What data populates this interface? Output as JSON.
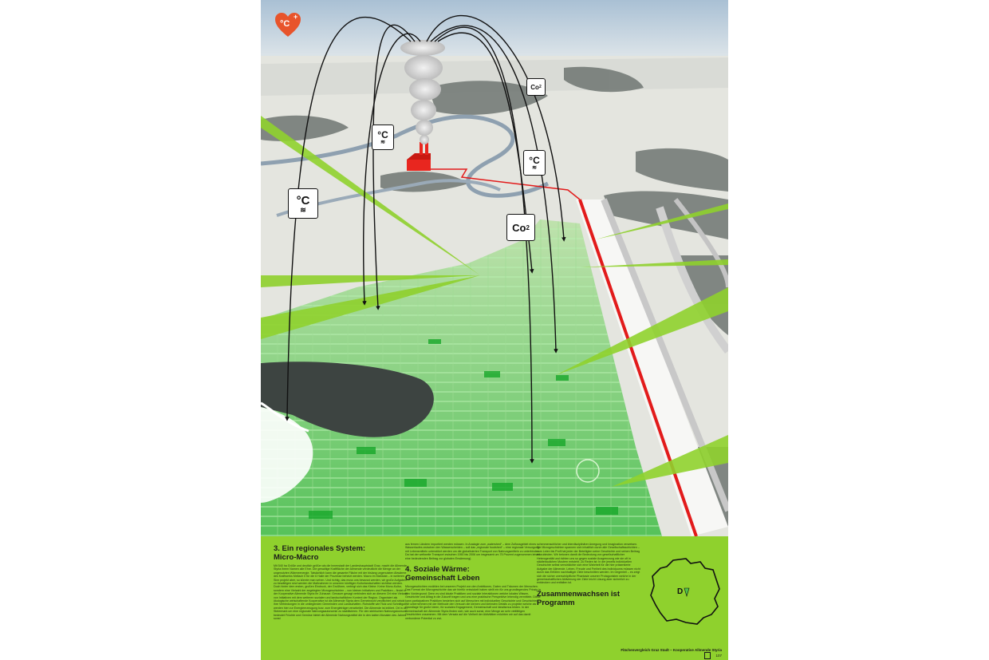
{
  "logo": {
    "text": "°C",
    "plus": "+",
    "color": "#e8542b"
  },
  "labels": {
    "temp_unit": "°C",
    "co": "Co",
    "sub2": "2"
  },
  "colors": {
    "panel": "#8fd12d",
    "field": "#4fc44a",
    "road_red": "#e21b1b",
    "building": "#e8261f"
  },
  "section3": {
    "heading_line1": "3. Ein regionales System:",
    "heading_line2": "Micro-Macro",
    "body": "Mit 540 ha Größe und deutlich größer als die Innenstadt der Landeshauptstadt Graz, macht die Allmende Styria ihrem Namen alle Ehre. Die gewaltige Kraftfläche der Allmende verdeutlicht die Menge an der ungenutzten Wärmeenergie. Tatsächlich kann die gesamte Fläche mit der bislang ungenutzten Abwärme des Kraftwerks Mellach II für die 6 Halle der Prozesse beheizt werden. Macro im Maßstab – in weiteren Sinn projekt aber, so könnte man sehen. Und richtig, das muss uns bewusst werden, wir große Aufgaben zu bewältigen sind werden die Maßnahmen in unserem künftigen Kulturlandschaften sichtbar werden. Doch hinter dem ersten, großen Eindruck, der Großform, verbirgt sich das Kleine: Keine Mono-Kultur, sondern eine Vielzahl der angelegten Microgeschichten – von kleinen Initiativen und Praktiken – findet in der Kooperative Allmende Styria ihr Zuhause. Genauer gesagt verbinden sich an diesem Ort eine Vielzahl von Initiativen mit dem weiteren sozialen und landschaftlichen Kontext der Region. Organisiert als ökologische wirtschaftende Kooperative ist die Allmende Styria dem Gemeinwohl verpflichtet und strickt ihre Verbindungen in die umliegenden Gemeinden und Landschaften. Rohstoffe wie Holz und Schnittgut werden hier zur Energieerzeugung bzw. zum Energieträger verarbeitet. Die Allmende ist initiiert. Ort in der Steiermark um eine regionale Nahrungsautonomie zu stabilisieren. Für den steirischen Nahrungskonsum bedeutet Früchte und Gemüse bietet die Allmende Nahrungsmittel die in den kalten Monaten des Jahres sonst"
  },
  "section_mid": {
    "body_top": "aus fernen Ländern importiert werden müssen. In Analogie zum „watershed“ – dem Zuflussgebiet eines Wasserlaufes zwischen den Wasserscheiden – soll das „regionale foodshed“ – eine regionale Versorgung mit Lebensmitteln unterstützt werden um die globalisierten Transport von Nahrungsmitteln zu unterbinden. Da hat der weltweite Transport zwischen 1950 bis 2006 um insgesamt um 75 Prozent zugenommen leistet eine bedeutenden Beitrag zur globalen Erwärmung).",
    "heading_line1": "4. Soziale Wärme:",
    "heading_line2": "Gemeinschaft Leben",
    "body": "Microgeschichten erzählen bei unserem Projekt von den Ambitionen, Daten und Träumen der Menschen. Das Format der Microgeschichte das wir hierfür entwickelt haben stellt ein für uns grundlegendes Prinzip in den Vordergrund: Denn es sind lokale Praktiken und soziale Interaktionen welche lokales Wissen, Geschichte und Alltag in die Zukunft tragen und uns eine praktische Perspektive lebendig vermitteln. Diese kann partizipativen Praktiken bestehen sich auf Menschen mit individuellen Geschichte und Geschichten. Wir unternehmen mit der Methode den Versuch die kleinen und kleinsten Details zu projekte welche als Grundlage für große Ideen, für soziales Engagement, Gemeinschaft und Idealismus bilden. In der Gemeinschaft der Allmende Styria finden sich, wie auch sonst, eine Menge an sehr vielfältigen Geschichten zusammen. Mit dem Versatz auf die Vielheit der Aktivitäten möchten wir auf das damit verbundene Potential zu zwi-"
  },
  "section5": {
    "body": "schenmenschlicher und interdisziplinärer Anregung und Imagination verweisen. Die Microgeschichten spannen sich inhaltlich durch alle Gesellschaftsschichten – vom Leien bis Profi hat jeder der Beteiligten seine Geschichte und seinen Beitrag einzubinden. Wir betonen damit die Bedeutung von gesellschaftlicher Heterogenität und richten uns so gegen soziale Ausgrenzung wie sie oft in städtebaulichen Mustern entsteht. Zu Reden ist: In der jeweils individuellen Geschichte selbst verwirklichte sich eine Wahrheit für die hier präsentierte Aufgabe der Allmende. Leben, Freude und Freiheit des Individuums müssen nicht durch das Erfüllen nachhaltiger Ziele beschnitten werden. Im Gegenteil – es zeigt sich die sicher unerschöpfliche Phantasie unserer Protagonisten welche in der gemeinschaftlichen Aktivierung der Ziele leicht Lösung aber sicherlich zu entdecken und entfalten ist.",
    "heading_line1": "Zusammenwachsen ist",
    "heading_line2": "Programm"
  },
  "footer": {
    "caption": "Flächenvergleich Graz Stadt – Kooperative Allmende Styria",
    "page": "107"
  },
  "map": {
    "marker": "D"
  }
}
